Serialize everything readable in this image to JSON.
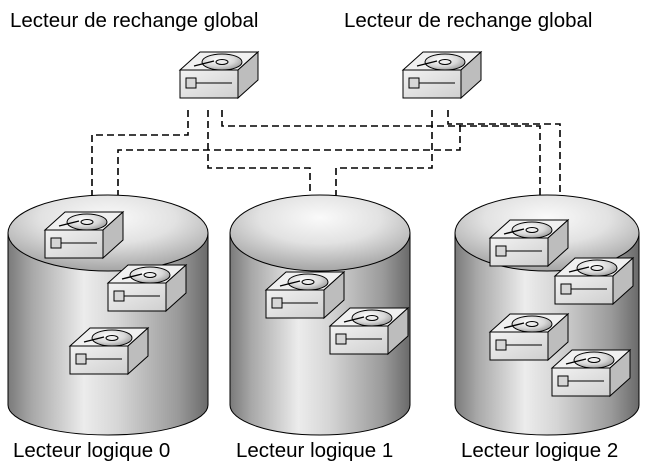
{
  "spares": [
    {
      "label": "Lecteur de rechange global",
      "icon": "hard-drive-icon"
    },
    {
      "label": "Lecteur de rechange global",
      "icon": "hard-drive-icon"
    }
  ],
  "logical_drives": [
    {
      "label": "Lecteur logique 0",
      "drive_count": 3
    },
    {
      "label": "Lecteur logique 1",
      "drive_count": 2
    },
    {
      "label": "Lecteur logique 2",
      "drive_count": 4
    }
  ],
  "connectors": {
    "style": "dashed",
    "color": "#000000"
  },
  "colors": {
    "cylinder_light": "#f4f4f4",
    "cylinder_dark": "#6e6e6e",
    "drive_box": "#e8e8e8"
  }
}
